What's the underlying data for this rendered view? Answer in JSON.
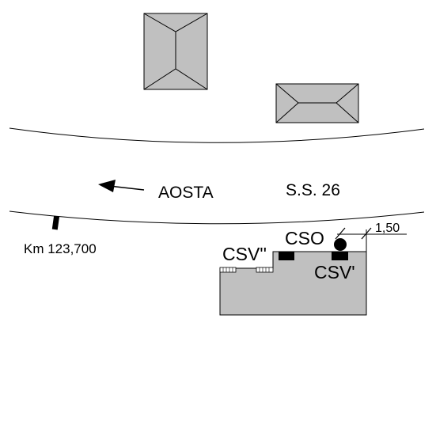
{
  "road": {
    "direction_label": "AOSTA",
    "road_name": "S.S. 26",
    "km_label": "Km 123,700"
  },
  "labels": {
    "cso": "CSO",
    "csv_prime": "CSV'",
    "csv_double_prime": "CSV''",
    "distance": "1,50"
  },
  "colors": {
    "building_fill": "#c0c0c0",
    "outline": "#000000",
    "background": "#ffffff"
  }
}
